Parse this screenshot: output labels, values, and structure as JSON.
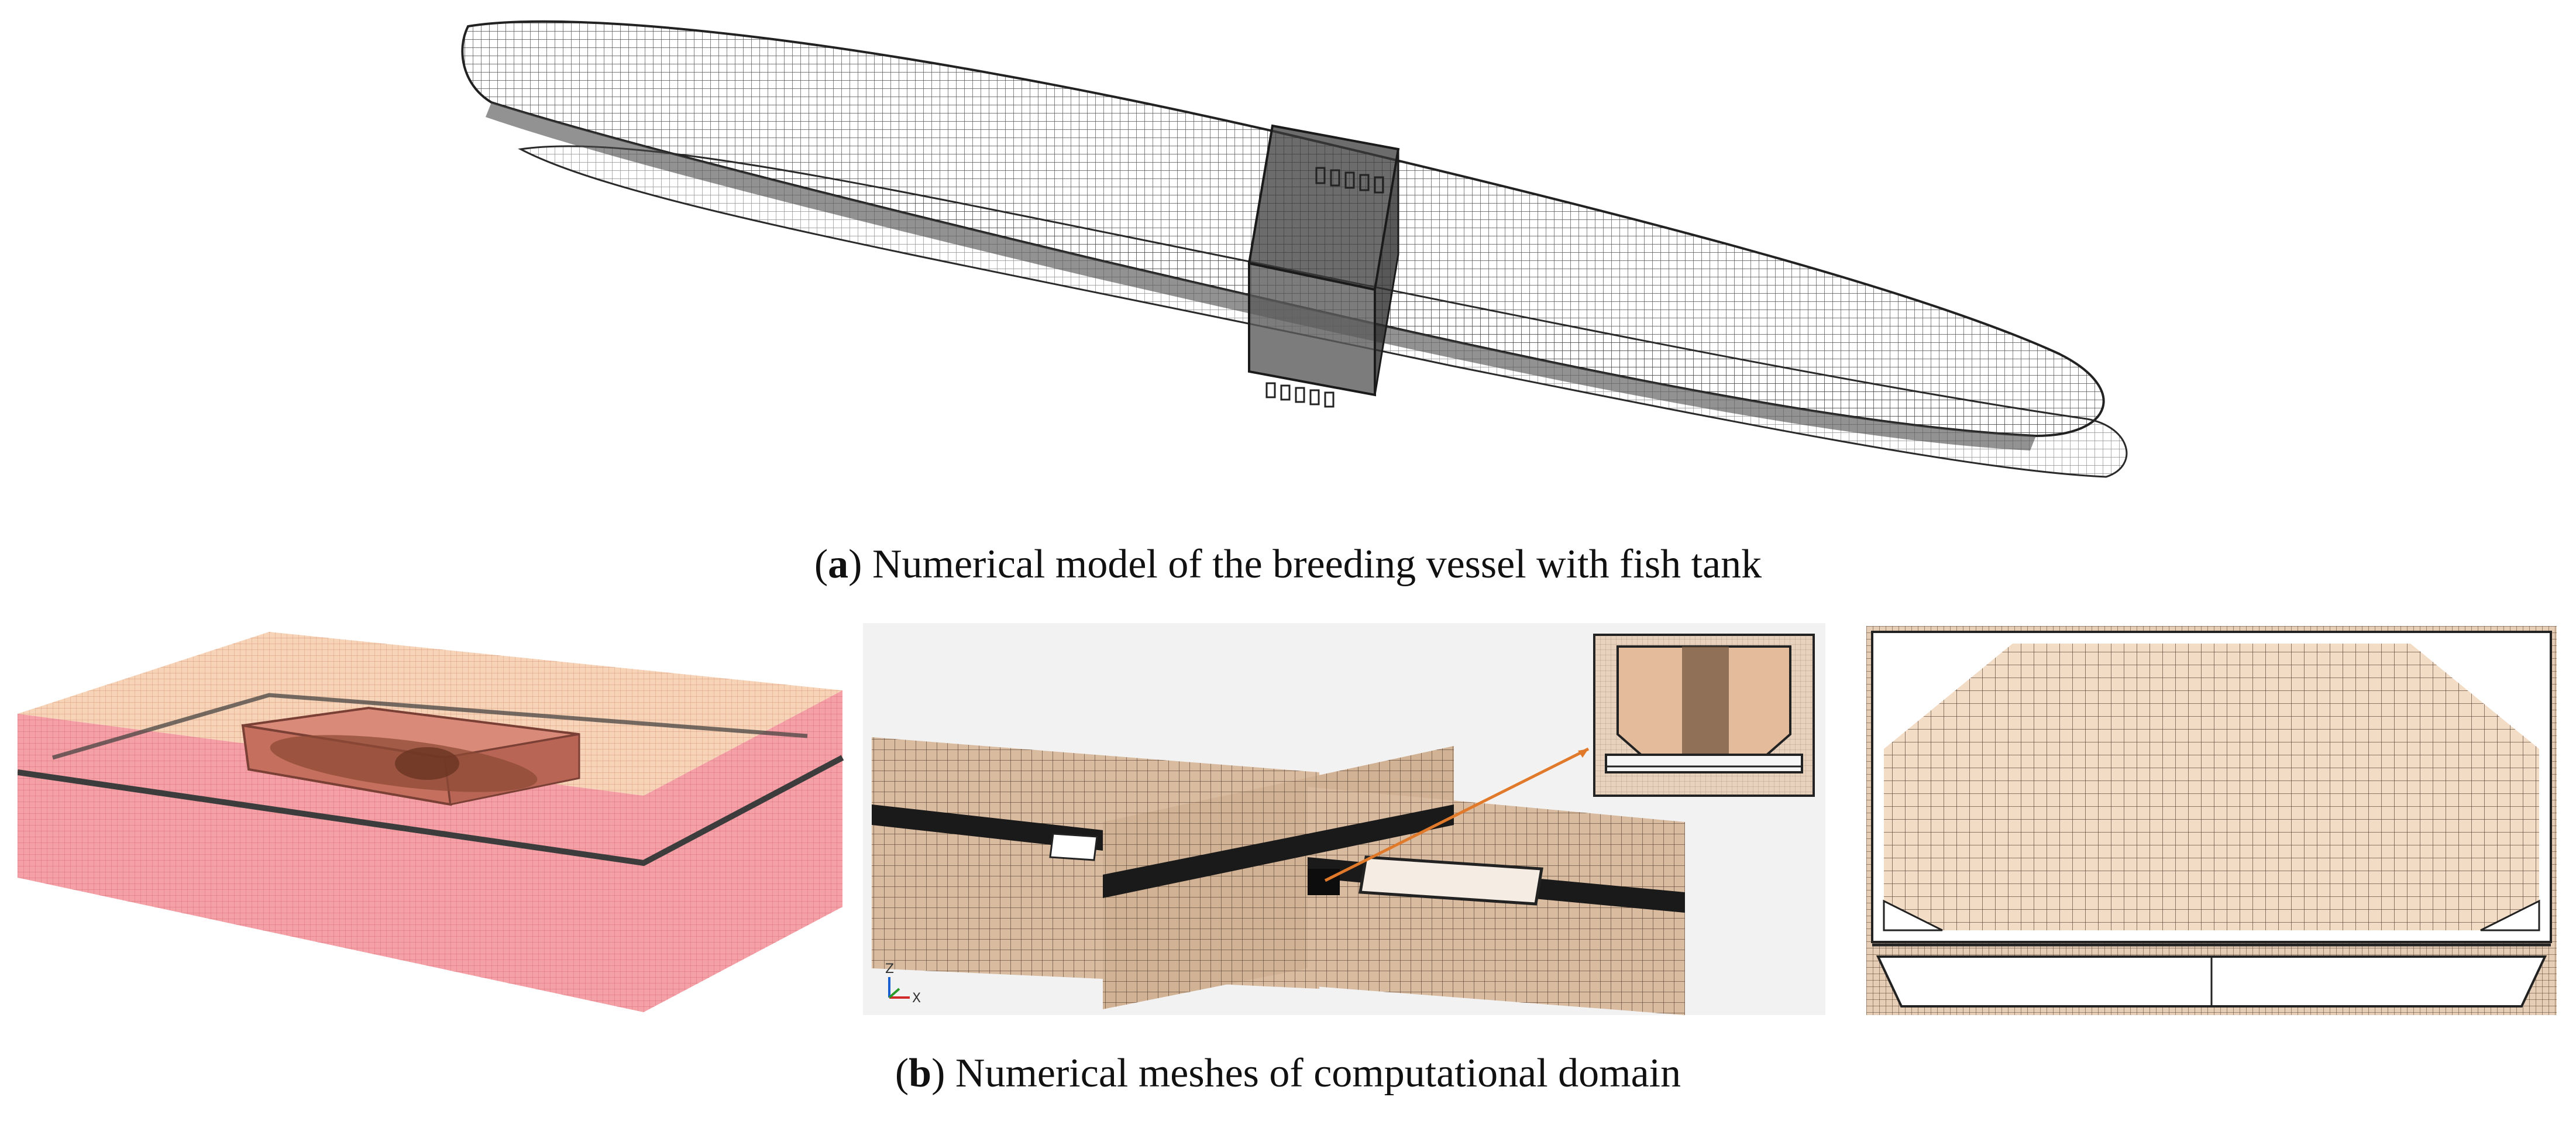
{
  "panel_a": {
    "caption_letter": "a",
    "caption_text": " Numerical model of the breeding vessel with fish tank"
  },
  "panel_b": {
    "caption_letter": "b",
    "caption_text": " Numerical meshes of computational domain",
    "axis_labels": {
      "z": "Z",
      "x": "X"
    }
  },
  "colors": {
    "hull_mesh": "#3a3a3a",
    "domain_pink": "#f4a0a6",
    "domain_peach": "#f7d3b8",
    "mesh_tan": "#d9bba0",
    "mesh_dark": "#8a6d55",
    "callout": "#e07a2a"
  }
}
